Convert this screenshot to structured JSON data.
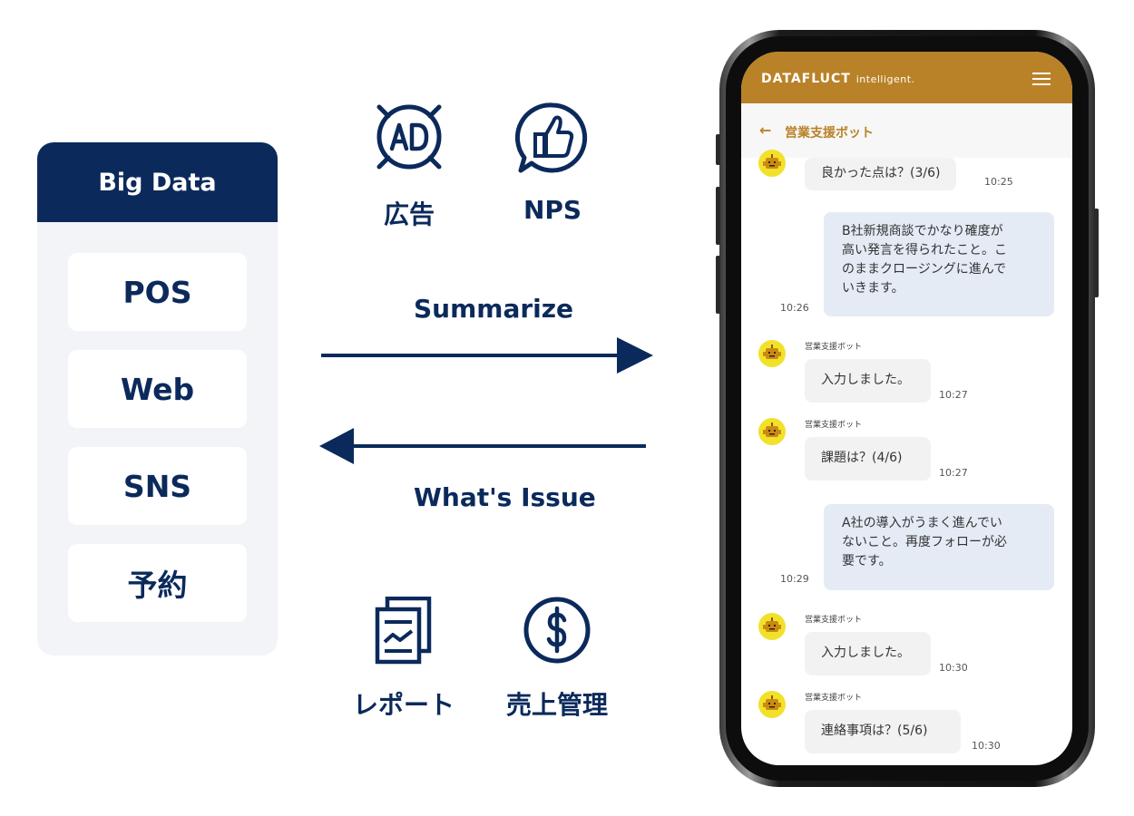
{
  "left_panel": {
    "header": "Big Data",
    "sources": [
      "POS",
      "Web",
      "SNS",
      "予約"
    ]
  },
  "icons": {
    "ad": "広告",
    "nps": "NPS",
    "report": "レポート",
    "sales": "売上管理"
  },
  "arrows": {
    "summarize": "Summarize",
    "issue": "What's Issue"
  },
  "phone": {
    "brand": "DATAFLUCT",
    "brand_suffix": "intelligent.",
    "back_icon": "←",
    "chat_title": "営業支援ボット",
    "messages": [
      {
        "sender": "bot",
        "text": "良かった点は？(3/6)",
        "time": "10:25"
      },
      {
        "sender": "user",
        "lines": [
          "B社新規商談でかなり確度が",
          "高い発言を得られたこと。こ",
          "のままクロージングに進んで",
          "いきます。"
        ],
        "time": "10:26"
      },
      {
        "sender": "bot",
        "name": "営業支援ボット",
        "text": "入力しました。",
        "time": "10:27"
      },
      {
        "sender": "bot",
        "name": "営業支援ボット",
        "text": "課題は？(4/6)",
        "time": "10:27"
      },
      {
        "sender": "user",
        "lines": [
          "A社の導入がうまく進んでい",
          "ないこと。再度フォローが必",
          "要です。"
        ],
        "time": "10:29"
      },
      {
        "sender": "bot",
        "name": "営業支援ボット",
        "text": "入力しました。",
        "time": "10:30"
      },
      {
        "sender": "bot",
        "name": "営業支援ボット",
        "text": "連絡事項は？(5/6)",
        "time": "10:30"
      }
    ]
  },
  "colors": {
    "navy": "#0b2a5b",
    "gold": "#b98228",
    "bot_avatar": "#f2e12a",
    "user_bubble": "#e4ebf5"
  }
}
